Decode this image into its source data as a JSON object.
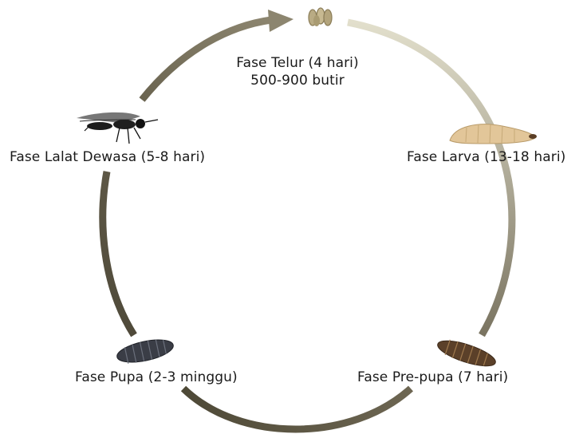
{
  "stages": {
    "egg": {
      "title": "Fase Telur (4 hari)",
      "subtitle": "500-900 butir",
      "icon": "eggs-icon"
    },
    "larva": {
      "title": "Fase Larva (13-18 hari)",
      "icon": "larva-icon"
    },
    "prepupa": {
      "title": "Fase Pre-pupa (7 hari)",
      "icon": "prepupa-icon"
    },
    "pupa": {
      "title": "Fase Pupa (2-3 minggu)",
      "icon": "pupa-icon"
    },
    "adult": {
      "title": "Fase Lalat Dewasa (5-8 hari)",
      "icon": "fly-icon"
    }
  },
  "colors": {
    "arrow_light": "#d9d5c0",
    "arrow_dark": "#5a5441",
    "text": "#1a1a1a"
  }
}
